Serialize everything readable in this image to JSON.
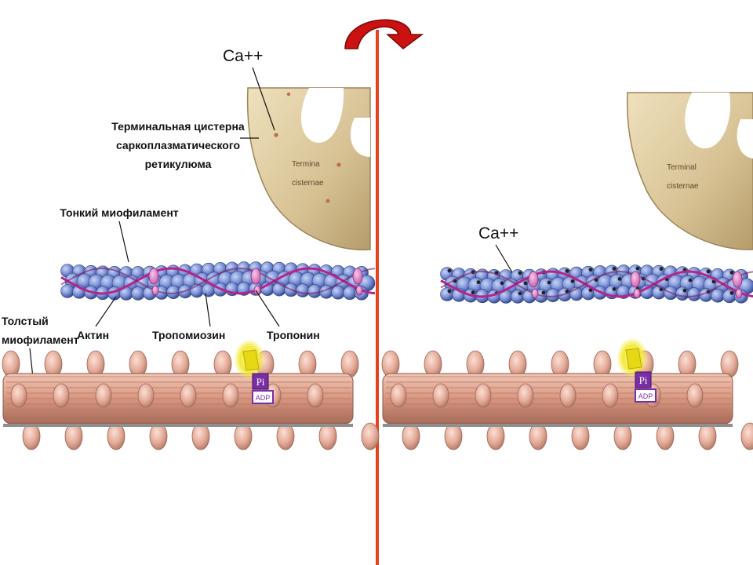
{
  "left_panel": {
    "ca_label": "Ca++",
    "cistern_label_lines": [
      "Терминальная цистерна",
      "саркоплазматического",
      "ретикулюма"
    ],
    "cistern_inner_text": [
      "Termina",
      "cisternae"
    ],
    "thin_filament_label": "Тонкий миофиламент",
    "thick_filament_label_lines": [
      "Толстый",
      "миофиламент"
    ],
    "actin_label": "Актин",
    "tropomyosin_label": "Тропомиозин",
    "troponin_label": "Тропонин",
    "pi_label": "Pi",
    "adp_label": "ADP"
  },
  "right_panel": {
    "ca_label": "Ca++",
    "cistern_inner_text": [
      "Terminal",
      "cisternae"
    ],
    "pi_label": "Pi",
    "adp_label": "ADP"
  },
  "colors": {
    "divider": "#e8401c",
    "arrow": "#cc1111",
    "cistern": "#d8c49a",
    "actin": "#7f95d8",
    "tropomyosin": "#b4248a",
    "troponin": "#e07ac8",
    "myosin": "#e3a996",
    "atp_glow": "#f4ea3a",
    "pi_adp": "#7a2ea6"
  }
}
